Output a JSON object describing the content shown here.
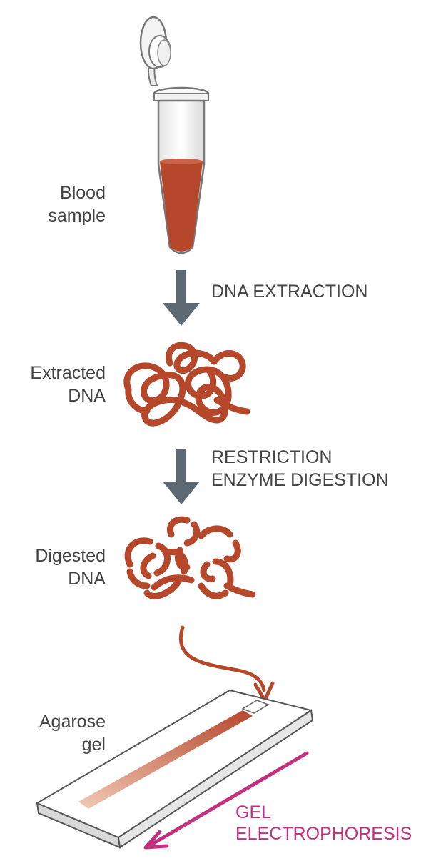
{
  "labels": {
    "blood_sample": [
      "Blood",
      "sample"
    ],
    "extracted_dna": [
      "Extracted",
      "DNA"
    ],
    "digested_dna": [
      "Digested",
      "DNA"
    ],
    "agarose_gel": [
      "Agarose",
      "gel"
    ]
  },
  "steps": {
    "dna_extraction": [
      "DNA EXTRACTION"
    ],
    "restriction_digestion": [
      "RESTRICTION",
      "ENZYME DIGESTION"
    ],
    "gel_electrophoresis": [
      "GEL",
      "ELECTROPHORESIS"
    ]
  },
  "colors": {
    "dna": "#b5472b",
    "blood": "#b5472b",
    "arrow": "#5d6a73",
    "electrophoresis": "#c2307e",
    "text": "#444444"
  },
  "icons": {
    "tube": "microcentrifuge-tube-icon",
    "arrow": "down-arrow-icon",
    "gel": "gel-tray-icon"
  }
}
